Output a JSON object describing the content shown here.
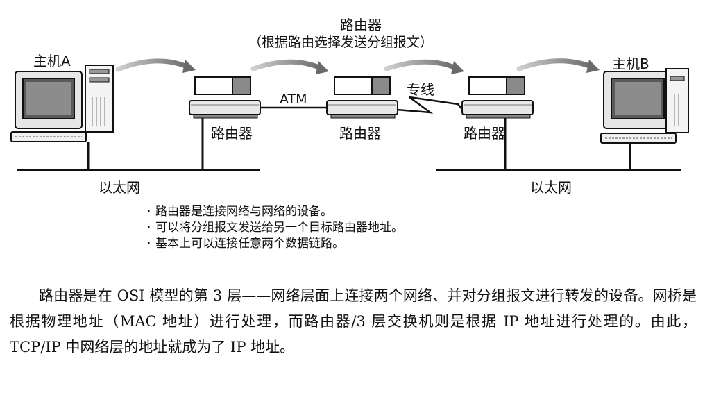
{
  "diagram": {
    "top_title": "路由器",
    "top_subtitle": "（根据路由选择发送分组报文）",
    "host_a": "主机A",
    "host_b": "主机B",
    "router_label": "路由器",
    "link_atm": "ATM",
    "link_leased": "专线",
    "ethernet_label": "以太网"
  },
  "bullets": [
    "路由器是连接网络与网络的设备。",
    "可以将分组报文发送给另一个目标路由器地址。",
    "基本上可以连接任意两个数据链路。"
  ],
  "paragraph": "路由器是在 OSI 模型的第 3 层——网络层面上连接两个网络、并对分组报文进行转发的设备。网桥是根据物理地址（MAC 地址）进行处理，而路由器/3 层交换机则是根据 IP 地址进行处理的。由此，TCP/IP 中网络层的地址就成为了 IP 地址。"
}
